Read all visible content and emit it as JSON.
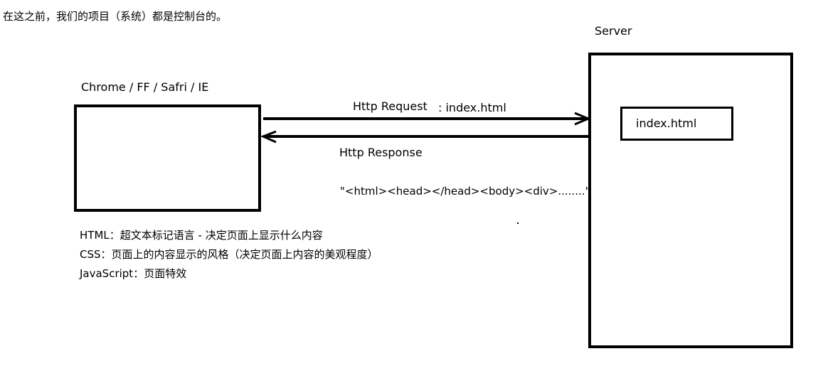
{
  "intro": "在这之前，我们的项目（系统）都是控制台的。",
  "client": {
    "label": "Chrome / FF / Safri / IE"
  },
  "server": {
    "label": "Server",
    "file": "index.html"
  },
  "request": {
    "label": "Http Request",
    "target": ": index.html"
  },
  "response": {
    "label": "Http Response",
    "content": "\"<html><head></head><body><div>........\""
  },
  "notes": [
    "HTML：超文本标记语言 - 决定页面上显示什么内容",
    "CSS：页面上的内容显示的风格（决定页面上内容的美观程度）",
    "JavaScript：页面特效"
  ]
}
